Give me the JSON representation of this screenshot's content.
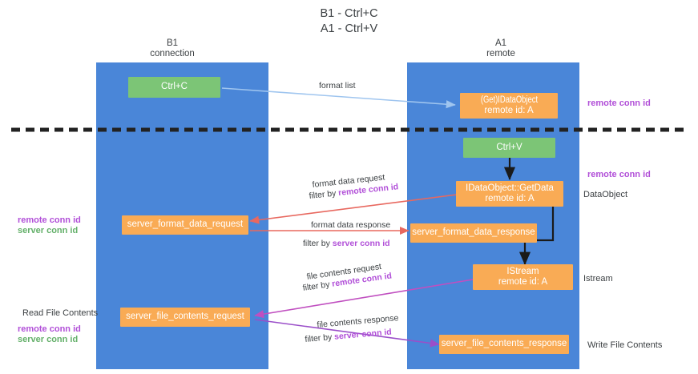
{
  "title": {
    "line1": "B1 - Ctrl+C",
    "line2": "A1 - Ctrl+V"
  },
  "lanes": [
    {
      "id": "b1",
      "name": "B1",
      "role": "connection"
    },
    {
      "id": "a1",
      "name": "A1",
      "role": "remote"
    }
  ],
  "boxes": {
    "ctrl_c": {
      "label": "Ctrl+C"
    },
    "idataobject_top": {
      "line1": "(Get)IDataObject",
      "line2": "remote id: A"
    },
    "ctrl_v": {
      "label": "Ctrl+V"
    },
    "getdata": {
      "line1": "IDataObject::GetData",
      "line2": "remote id: A"
    },
    "server_format_data_request": {
      "label": "server_format_data_request"
    },
    "server_format_data_response": {
      "label": "server_format_data_response"
    },
    "istream": {
      "line1": "IStream",
      "line2": "remote id: A"
    },
    "server_file_contents_request": {
      "label": "server_file_contents_request"
    },
    "server_file_contents_response": {
      "label": "server_file_contents_response"
    }
  },
  "edges": {
    "format_list": {
      "text": "format list"
    },
    "format_data_request": {
      "line1": "format data request",
      "filter_prefix": "filter by ",
      "filter_key": "remote conn id"
    },
    "format_data_response": {
      "line1": "format data response",
      "filter_prefix": "filter by ",
      "filter_key": "server conn id"
    },
    "file_contents_request": {
      "line1": "file contents request",
      "filter_prefix": "filter by ",
      "filter_key": "remote conn id"
    },
    "file_contents_response": {
      "line1": "file contents response",
      "filter_prefix": "filter by ",
      "filter_key": "server conn id"
    }
  },
  "annotations": {
    "right_remote_conn_id_top": "remote conn id",
    "right_remote_conn_id_mid": "remote conn id",
    "right_dataobject": "DataObject",
    "right_istream": "Istream",
    "right_write_file_contents": "Write File Contents",
    "left_remote_conn_id_mid": "remote conn id",
    "left_server_conn_id_mid": "server conn id",
    "left_read_file_contents": "Read File Contents",
    "left_remote_conn_id_bottom": "remote conn id",
    "left_server_conn_id_bottom": "server conn id"
  },
  "colors": {
    "lane": "#4a86d8",
    "green_box": "#7cc576",
    "orange_box": "#f9ab55",
    "remote_conn_id": "#b14fd8",
    "server_conn_id": "#64b06a",
    "divider": "#222222",
    "arrow_format_list": "#9fc5ef",
    "arrow_red": "#e8685f",
    "arrow_black": "#1a1a1a",
    "arrow_magenta": "#c04fc0",
    "arrow_purple": "#9b4fc9"
  }
}
